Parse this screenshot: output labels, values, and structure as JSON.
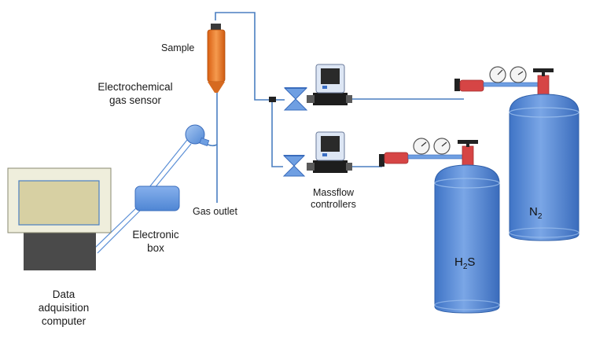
{
  "labels": {
    "sample": "Sample",
    "sensor_line1": "Electrochemical",
    "sensor_line2": "gas sensor",
    "gas_outlet": "Gas outlet",
    "massflow_line1": "Massflow",
    "massflow_line2": "controllers",
    "electronic_line1": "Electronic",
    "electronic_line2": "box",
    "computer_line1": "Data",
    "computer_line2": "adquisition",
    "computer_line3": "computer"
  },
  "cylinders": {
    "h2s": {
      "main": "H",
      "sub": "2",
      "tail": "S"
    },
    "n2": {
      "main": "N",
      "sub": "2",
      "tail": ""
    }
  },
  "colors": {
    "pipe": "#4a7fc1",
    "cylinder": "#4f86d4",
    "regulator": "#d64545",
    "sample_tube": "#e8701e",
    "monitor_screen": "#d7d0a3",
    "monitor_frame": "#efeedc",
    "computer_base": "#4a4a4a"
  }
}
